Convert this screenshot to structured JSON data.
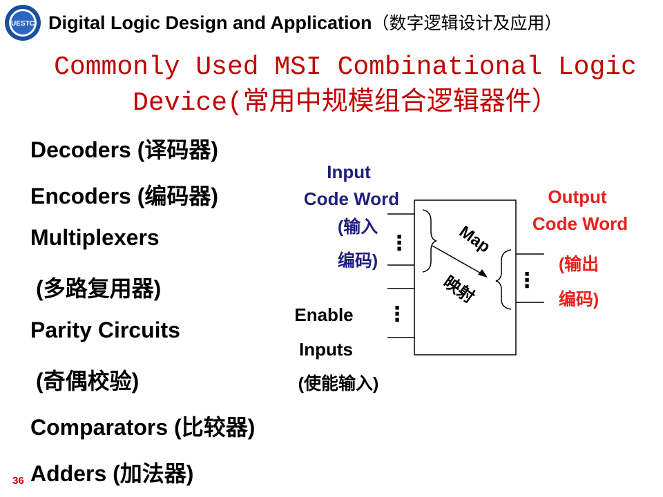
{
  "header": {
    "course_title": "Digital Logic Design and Application",
    "course_title_cn": "（数字逻辑设计及应用）"
  },
  "slide": {
    "title_line1": "Commonly Used MSI Combinational Logic",
    "title_line2": "Device(常用中规模组合逻辑器件）",
    "page_number": "36"
  },
  "list": {
    "items": [
      "Decoders (译码器)",
      "Encoders (编码器)",
      "Multiplexers",
      "(多路复用器)",
      "Parity Circuits",
      "(奇偶校验)",
      "Comparators (比较器)",
      "Adders (加法器)"
    ]
  },
  "diagram": {
    "input_label_1": "Input",
    "input_label_2": "Code Word",
    "input_label_3": "(输入",
    "input_label_4": "编码)",
    "enable_label_1": "Enable",
    "enable_label_2": "Inputs",
    "enable_label_3": "(使能输入)",
    "output_label_1": "Output",
    "output_label_2": "Code Word",
    "output_label_3": "(输出",
    "output_label_4": "编码)",
    "map_label": "Map",
    "map_label_cn": "映射",
    "ellipsis": "⋮"
  },
  "colors": {
    "title_red": "#c00000",
    "input_blue": "#1f1f7a",
    "output_red": "#e8201c"
  }
}
